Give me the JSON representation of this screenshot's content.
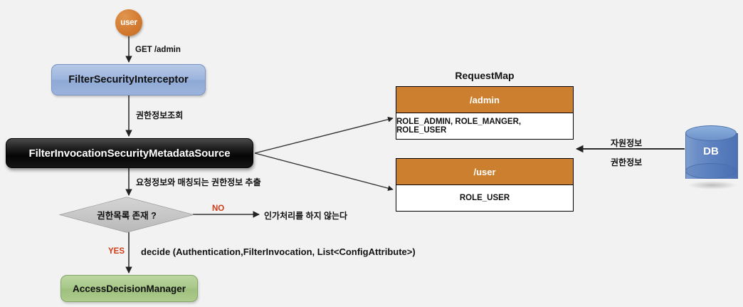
{
  "diagram": {
    "title": "Spring Security FilterSecurityInterceptor flow",
    "colors": {
      "background": "#f2f2f2",
      "user_node": "#d2782f",
      "interceptor_box": "#9db5dd",
      "metadata_box": "#111111",
      "decision_box": "#c6c6c6",
      "decision_manager_box": "#a9c98a",
      "requestmap_header": "#cc7f2e",
      "db_cylinder": "#5b80bf",
      "branch_label": "#d13b16",
      "edge_stroke": "#333333"
    },
    "nodes": {
      "user": {
        "label": "user"
      },
      "filter_security_interceptor": {
        "label": "FilterSecurityInterceptor"
      },
      "filter_invocation_security_metadata_source": {
        "label": "FilterInvocationSecurityMetadataSource"
      },
      "decision": {
        "label": "권한목록 존재 ?"
      },
      "access_decision_manager": {
        "label": "AccessDecisionManager"
      },
      "no_authorization": {
        "label": "인가처리를 하지 않는다"
      },
      "database": {
        "label": "DB"
      }
    },
    "edges": {
      "get_admin": "GET /admin",
      "lookup_authority": "권한정보조회",
      "extract_matching": "요청정보와 매칭되는 권한정보 추출",
      "branch_no": "NO",
      "branch_yes": "YES",
      "decide_call": "decide (Authentication,FilterInvocation, List<ConfigAttribute>)",
      "db_resource": "자원정보",
      "db_authority": "권한정보"
    },
    "requestmap": {
      "title": "RequestMap",
      "entries": [
        {
          "path": "/admin",
          "roles": "ROLE_ADMIN, ROLE_MANGER, ROLE_USER"
        },
        {
          "path": "/user",
          "roles": "ROLE_USER"
        }
      ]
    }
  }
}
